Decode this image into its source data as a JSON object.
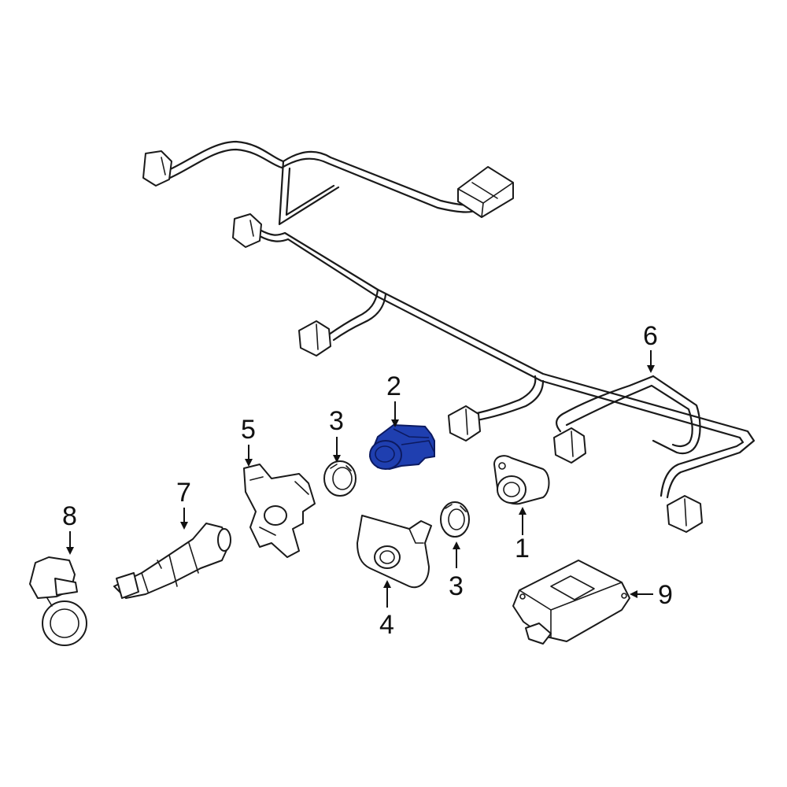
{
  "callouts": {
    "c1": "1",
    "c2": "2",
    "c3a": "3",
    "c3b": "3",
    "c4": "4",
    "c5": "5",
    "c6": "6",
    "c7": "7",
    "c8": "8",
    "c9": "9"
  },
  "colors": {
    "highlight": "#1f3fb0",
    "line": "#1a1a1a",
    "background": "#ffffff"
  }
}
